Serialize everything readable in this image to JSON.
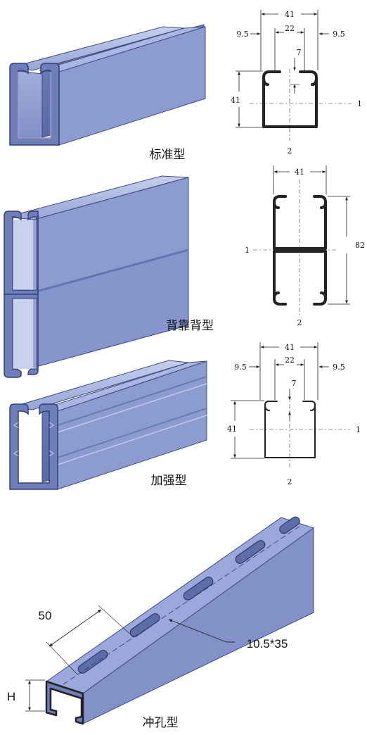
{
  "sections": [
    {
      "caption": "标准型",
      "dims": {
        "width": "41",
        "lip_left": "9.5",
        "lip_right": "9.5",
        "opening": "22",
        "lip_depth": "7",
        "height": "41",
        "axis_x": "1",
        "axis_y": "2"
      }
    },
    {
      "caption": "背靠背型",
      "dims": {
        "width": "41",
        "height": "82",
        "axis_x": "1",
        "axis_y": "2"
      }
    },
    {
      "caption": "加强型",
      "dims": {
        "width": "41",
        "lip_left": "9.5",
        "lip_right": "9.5",
        "opening": "22",
        "lip_depth": "7",
        "height": "41",
        "axis_x": "1",
        "axis_y": "2"
      }
    },
    {
      "caption": "冲孔型",
      "dims": {
        "spacing": "50",
        "slot": "10.5*35",
        "height_label": "H"
      }
    }
  ],
  "colors": {
    "profile_face": "#8f9ed0",
    "profile_light": "#b9c4e6",
    "profile_dark": "#5f6ea8",
    "edge": "#3d4a80",
    "section_stroke": "#222222"
  }
}
